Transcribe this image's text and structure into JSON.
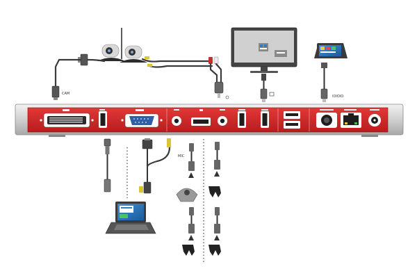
{
  "colors": {
    "panel_red": "#d42a2a",
    "chassis": "#dcdcdc",
    "port_black": "#1e1e1e",
    "port_white": "#ffffff",
    "cable": "#3a3a3a",
    "cable_yellow": "#d9c43a",
    "screen_blue": "#2b7fc9"
  },
  "icons": [
    "camera-icon",
    "monitor-icon",
    "touch-controller-icon",
    "laptop-icon",
    "microphone-icon",
    "conference-phone-icon",
    "usb-icon",
    "ethernet-icon",
    "power-icon",
    "hdmi-port-icon",
    "vga-port-icon",
    "dvi-port-icon",
    "audio-jack-icon"
  ],
  "port_labels": {
    "camera_control": "CAM",
    "touch": "IOIOIO",
    "mic": "MIC"
  }
}
